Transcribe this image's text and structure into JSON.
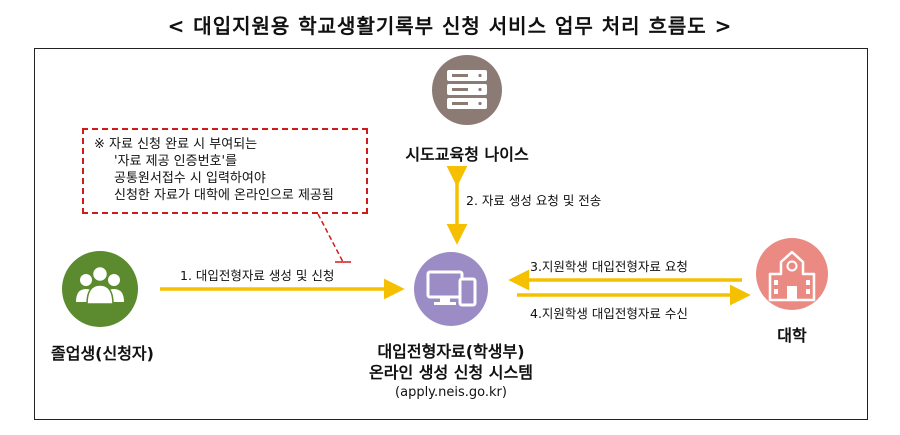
{
  "title": "< 대입지원용 학교생활기록부 신청 서비스 업무 처리 흐름도 >",
  "nodes": {
    "neis": {
      "label": "시도교육청 나이스",
      "icon": "server-icon"
    },
    "applicant": {
      "label": "졸업생(신청자)",
      "icon": "people-icon"
    },
    "system": {
      "line1": "대입전형자료(학생부)",
      "line2": "온라인 생성 신청 시스템",
      "url": "(apply.neis.go.kr)",
      "icon": "devices-icon"
    },
    "university": {
      "label": "대학",
      "icon": "university-building-icon"
    }
  },
  "note": {
    "lines": [
      "※ 자료 신청 완료 시 부여되는",
      "'자료 제공 인증번호'를",
      "공통원서접수 시 입력하여야",
      "신청한 자료가 대학에 온라인으로 제공됨"
    ]
  },
  "steps": {
    "step1": "1. 대입전형자료 생성 및 신청",
    "step2": "2. 자료 생성 요청 및 전송",
    "step3": "3.지원학생 대입전형자료 요청",
    "step4": "4.지원학생 대입전형자료 수신"
  },
  "colors": {
    "arrow": "#f5c000",
    "server": "#8c7b74",
    "applicant": "#5c8a2e",
    "system": "#9b8cc6",
    "university": "#ea8a83",
    "note_border": "#d11a1a"
  }
}
